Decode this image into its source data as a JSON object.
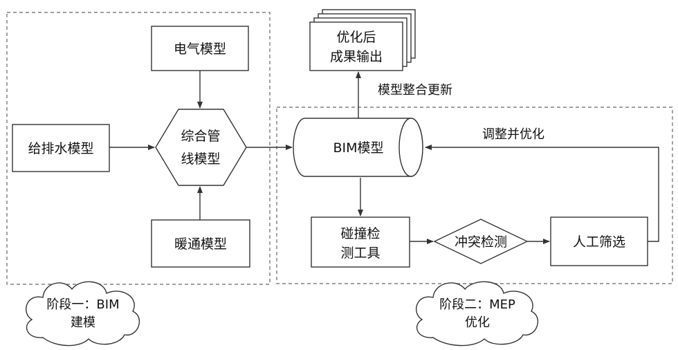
{
  "nodes": {
    "electrical": "电气模型",
    "water": "给排水模型",
    "integrated_line1": "综合管",
    "integrated_line2": "线模型",
    "hvac": "暖通模型",
    "optimized_line1": "优化后",
    "optimized_line2": "成果输出",
    "bim": "BIM模型",
    "collision_tool_line1": "碰撞检",
    "collision_tool_line2": "测工具",
    "conflict_check": "冲突检测",
    "manual_filter": "人工筛选"
  },
  "edges": {
    "integration_update": "模型整合更新",
    "adjust_optimize": "调整并优化"
  },
  "stages": {
    "stage1_line1": "阶段一：BIM",
    "stage1_line2": "建模",
    "stage2_line1": "阶段二：MEP",
    "stage2_line2": "优化"
  }
}
